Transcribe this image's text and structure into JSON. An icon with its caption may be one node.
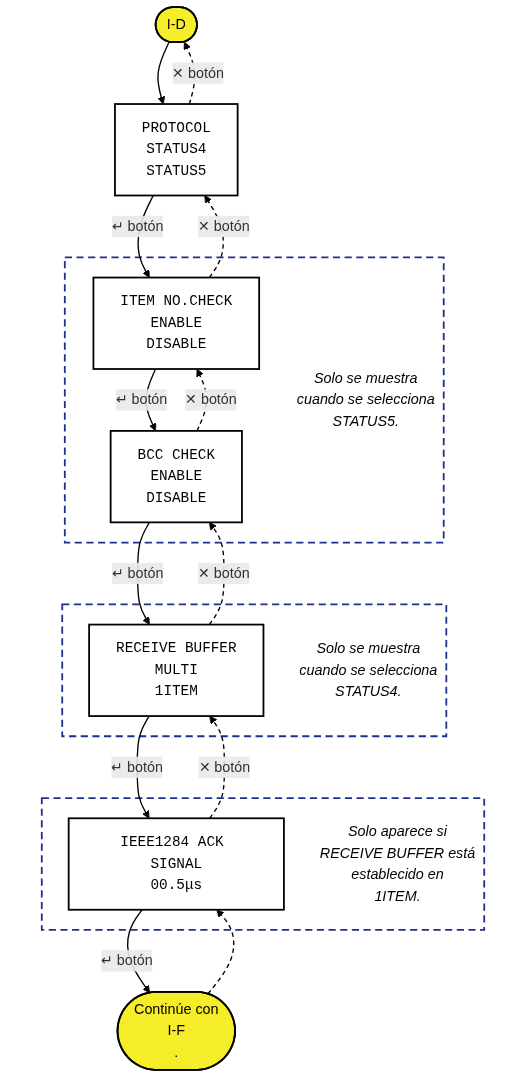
{
  "diagram": {
    "nodes": [
      {
        "text": [
          "I-D"
        ]
      },
      {
        "text": [
          "PROTOCOL",
          "STATUS4",
          "STATUS5"
        ]
      },
      {
        "text": [
          "Solo se muestra cuando se selecciona STATUS5."
        ]
      },
      {
        "text": [
          "ITEM NO.CHECK",
          "ENABLE",
          "DISABLE"
        ],
        "in": 2
      },
      {
        "text": [
          "BCC CHECK",
          "ENABLE",
          "DISABLE"
        ],
        "in": 2
      },
      {
        "text": [
          "Solo se muestra cuando se selecciona STATUS4."
        ]
      },
      {
        "text": [
          "RECEIVE BUFFER",
          "MULTI",
          "1ITEM"
        ],
        "in": 5
      },
      {
        "text": [
          "Solo aparece si RECEIVE BUFFER está establecido en 1ITEM."
        ]
      },
      {
        "text": [
          "IEEE1284 ACK SIGNAL",
          "00.5μs"
        ],
        "in": 7
      },
      {
        "text": [
          "Continúe con",
          "I-F",
          "."
        ]
      }
    ],
    "edges": [
      {
        "from": 0,
        "to": 1,
        "arrow": "to"
      },
      {
        "from": 1,
        "to": 0,
        "arrow": "to",
        "style": "dashed",
        "label": "✕ botón"
      },
      {
        "from": 1,
        "to": 3,
        "arrow": "to",
        "label": "↵ botón"
      },
      {
        "from": 3,
        "to": 1,
        "arrow": "to",
        "style": "dashed",
        "label": "✕ botón"
      },
      {
        "from": 3,
        "to": 4,
        "arrow": "to",
        "label": "↵ botón"
      },
      {
        "from": 4,
        "to": 3,
        "arrow": "to",
        "style": "dashed",
        "label": "✕ botón"
      },
      {
        "from": 4,
        "to": 6,
        "arrow": "to",
        "label": "↵ botón"
      },
      {
        "from": 6,
        "to": 4,
        "arrow": "to",
        "style": "dashed",
        "label": "✕ botón"
      },
      {
        "from": 6,
        "to": 8,
        "arrow": "to",
        "label": "↵ botón"
      },
      {
        "from": 8,
        "to": 6,
        "arrow": "to",
        "style": "dashed",
        "label": "✕ botón"
      },
      {
        "from": 8,
        "to": 9,
        "arrow": "to",
        "label": "↵ botón"
      },
      {
        "from": 9,
        "to": 8,
        "arrow": "to",
        "style": "dashed"
      }
    ]
  }
}
